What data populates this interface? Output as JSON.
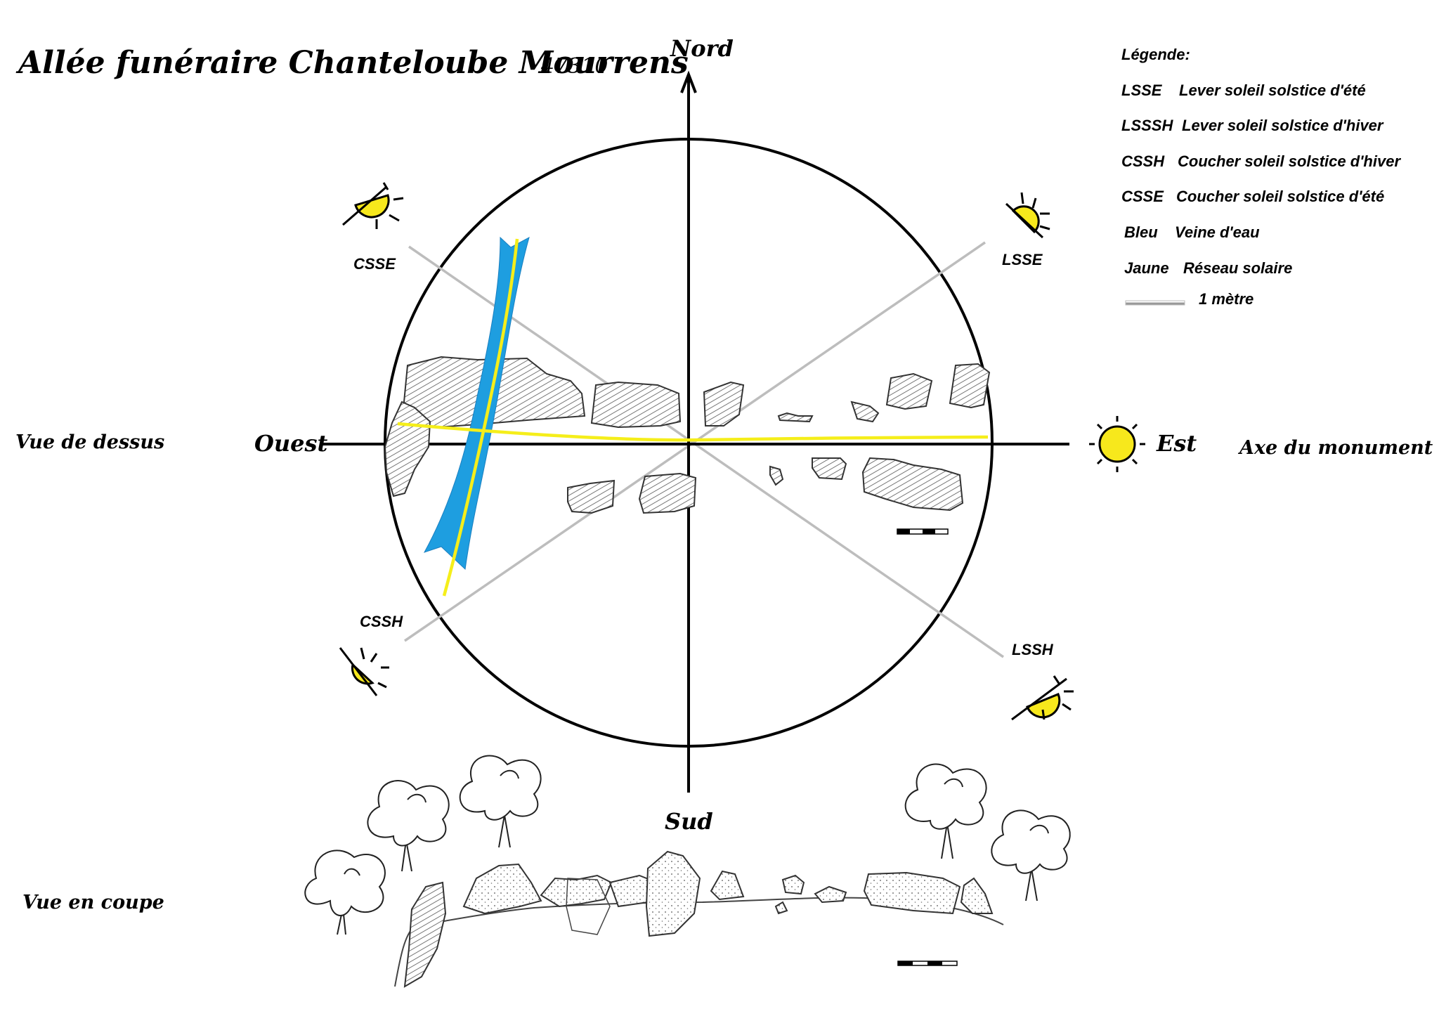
{
  "title": {
    "main": "Allée funéraire Chanteloube Mourrens",
    "code": "47310"
  },
  "compass": {
    "north": "Nord",
    "south": "Sud",
    "east": "Est",
    "west": "Ouest"
  },
  "side_labels": {
    "top_view": "Vue de dessus",
    "section_view": "Vue en coupe",
    "axis": "Axe du monument"
  },
  "suns": {
    "csse": "CSSE",
    "lsse": "LSSE",
    "cssh": "CSSH",
    "lssh": "LSSH"
  },
  "legend": {
    "title": "Légende:",
    "items": [
      {
        "code": "LSSE",
        "text": "Lever soleil solstice d'été"
      },
      {
        "code": "LSSSH",
        "text": "Lever soleil solstice d'hiver"
      },
      {
        "code": "CSSH",
        "text": "Coucher soleil solstice d'hiver"
      },
      {
        "code": "CSSE",
        "text": "Coucher soleil solstice d'été"
      },
      {
        "code": "Bleu",
        "text": "Veine d'eau"
      },
      {
        "code": "Jaune",
        "text": "Réseau solaire"
      }
    ],
    "scale": "1 mètre"
  },
  "colors": {
    "water": "#1e9ee0",
    "solar": "#f5ee1a",
    "sun": "#f7e81c",
    "hatch": "#555555",
    "axis": "#000000",
    "solstice_line": "#bdbdbd"
  }
}
